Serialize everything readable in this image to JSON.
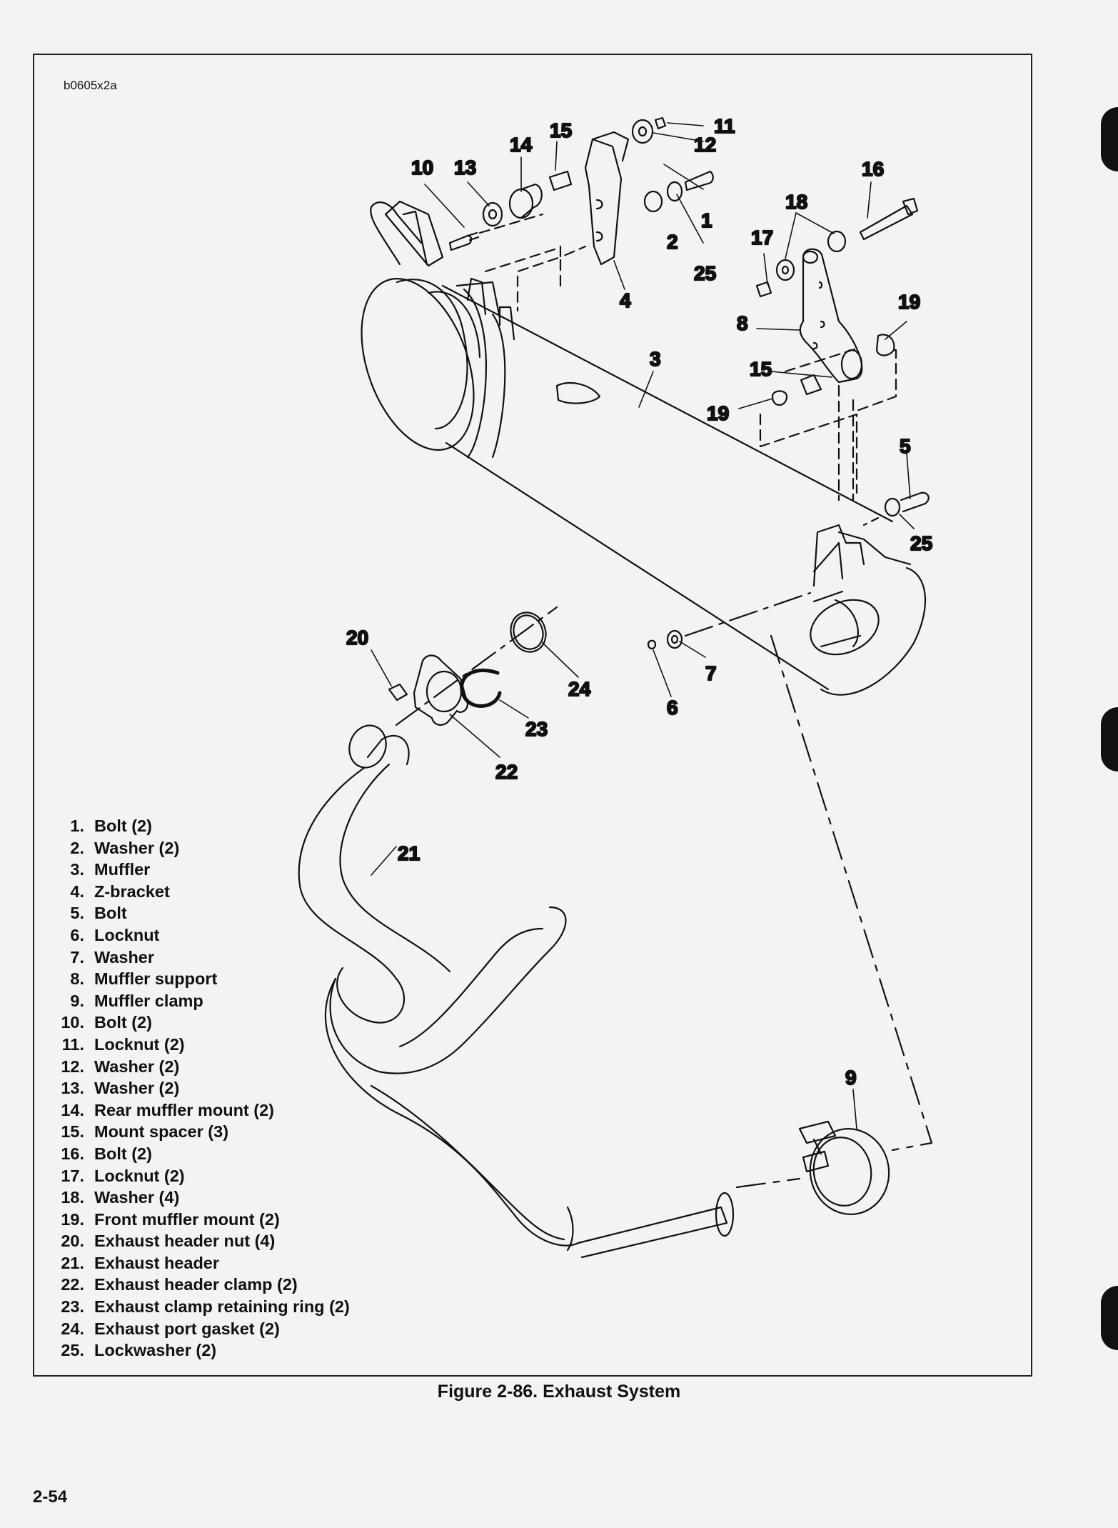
{
  "drawing_code": "b0605x2a",
  "figure_caption": "Figure 2-86. Exhaust System",
  "page_number": "2-54",
  "legend": [
    {
      "num": "1.",
      "label": "Bolt (2)"
    },
    {
      "num": "2.",
      "label": "Washer (2)"
    },
    {
      "num": "3.",
      "label": "Muffler"
    },
    {
      "num": "4.",
      "label": "Z-bracket"
    },
    {
      "num": "5.",
      "label": "Bolt"
    },
    {
      "num": "6.",
      "label": "Locknut"
    },
    {
      "num": "7.",
      "label": "Washer"
    },
    {
      "num": "8.",
      "label": "Muffler support"
    },
    {
      "num": "9.",
      "label": "Muffler clamp"
    },
    {
      "num": "10.",
      "label": "Bolt (2)"
    },
    {
      "num": "11.",
      "label": "Locknut (2)"
    },
    {
      "num": "12.",
      "label": "Washer (2)"
    },
    {
      "num": "13.",
      "label": "Washer (2)"
    },
    {
      "num": "14.",
      "label": "Rear muffler mount (2)"
    },
    {
      "num": "15.",
      "label": "Mount spacer (3)"
    },
    {
      "num": "16.",
      "label": "Bolt (2)"
    },
    {
      "num": "17.",
      "label": "Locknut (2)"
    },
    {
      "num": "18.",
      "label": "Washer (4)"
    },
    {
      "num": "19.",
      "label": "Front muffler mount (2)"
    },
    {
      "num": "20.",
      "label": "Exhaust header nut (4)"
    },
    {
      "num": "21.",
      "label": "Exhaust header"
    },
    {
      "num": "22.",
      "label": "Exhaust header clamp (2)"
    },
    {
      "num": "23.",
      "label": "Exhaust clamp retaining ring (2)"
    },
    {
      "num": "24.",
      "label": "Exhaust port gasket (2)"
    },
    {
      "num": "25.",
      "label": "Lockwasher (2)"
    }
  ],
  "callouts": {
    "c11": "11",
    "c12": "12",
    "c15a": "15",
    "c14": "14",
    "c10": "10",
    "c13": "13",
    "c1": "1",
    "c2": "2",
    "c25a": "25",
    "c4": "4",
    "c16": "16",
    "c18": "18",
    "c17": "17",
    "c19a": "19",
    "c8": "8",
    "c15b": "15",
    "c3": "3",
    "c19b": "19",
    "c5": "5",
    "c25b": "25",
    "c20": "20",
    "c24": "24",
    "c23": "23",
    "c22": "22",
    "c7": "7",
    "c6": "6",
    "c21": "21",
    "c9": "9"
  }
}
